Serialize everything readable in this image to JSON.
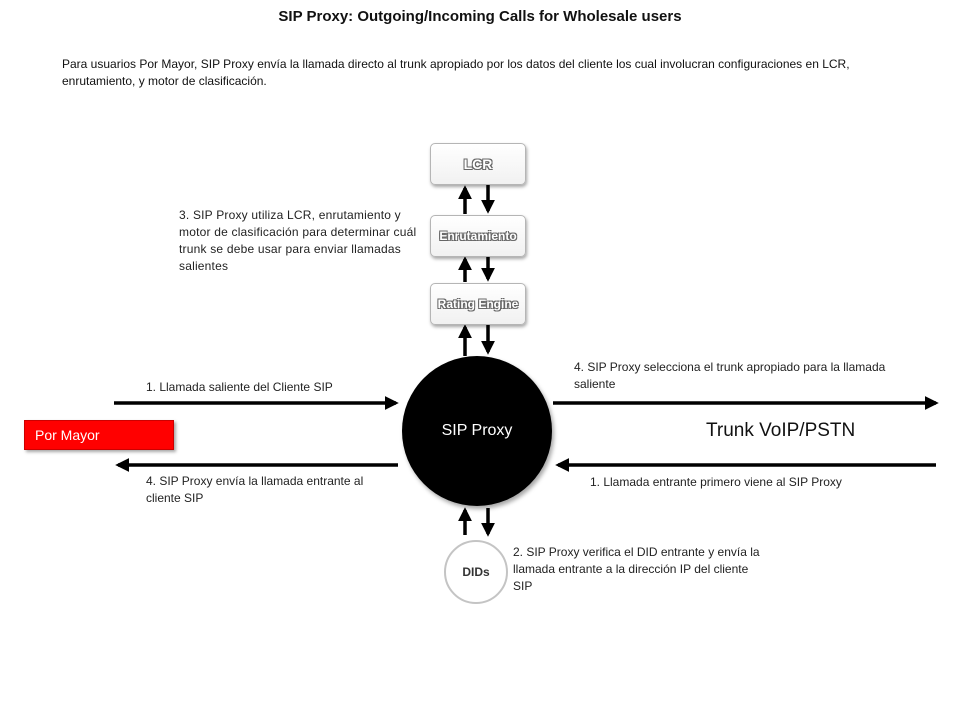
{
  "title": "SIP Proxy: Outgoing/Incoming Calls for Wholesale users",
  "intro": "Para usuarios Por Mayor, SIP Proxy envía la llamada directo al trunk apropiado por los datos del cliente los cual involucran configuraciones en LCR, enrutamiento, y motor de clasificación.",
  "nodes": {
    "lcr": "LCR",
    "enrutamiento": "Enrutamiento",
    "rating": "Rating Engine",
    "proxy": "SIP Proxy",
    "dids": "DIDs",
    "por_mayor": "Por Mayor",
    "trunk": "Trunk VoIP/PSTN"
  },
  "notes": {
    "step3": "3. SIP Proxy utiliza LCR, enrutamiento y motor de clasificación para determinar cuál trunk se debe usar para enviar llamadas salientes",
    "step1_out": "1. Llamada saliente del Cliente SIP",
    "step4_out": "4. SIP Proxy selecciona el trunk apropiado para la llamada saliente",
    "step4_in": "4. SIP Proxy envía la llamada entrante al cliente SIP",
    "step1_in": "1. Llamada entrante primero viene al SIP Proxy",
    "step2": "2. SIP Proxy verifica el DID entrante y envía la llamada entrante a la dirección IP del cliente SIP"
  },
  "colors": {
    "por_mayor": "#ff0000",
    "proxy": "#000000",
    "arrows": "#000000"
  }
}
